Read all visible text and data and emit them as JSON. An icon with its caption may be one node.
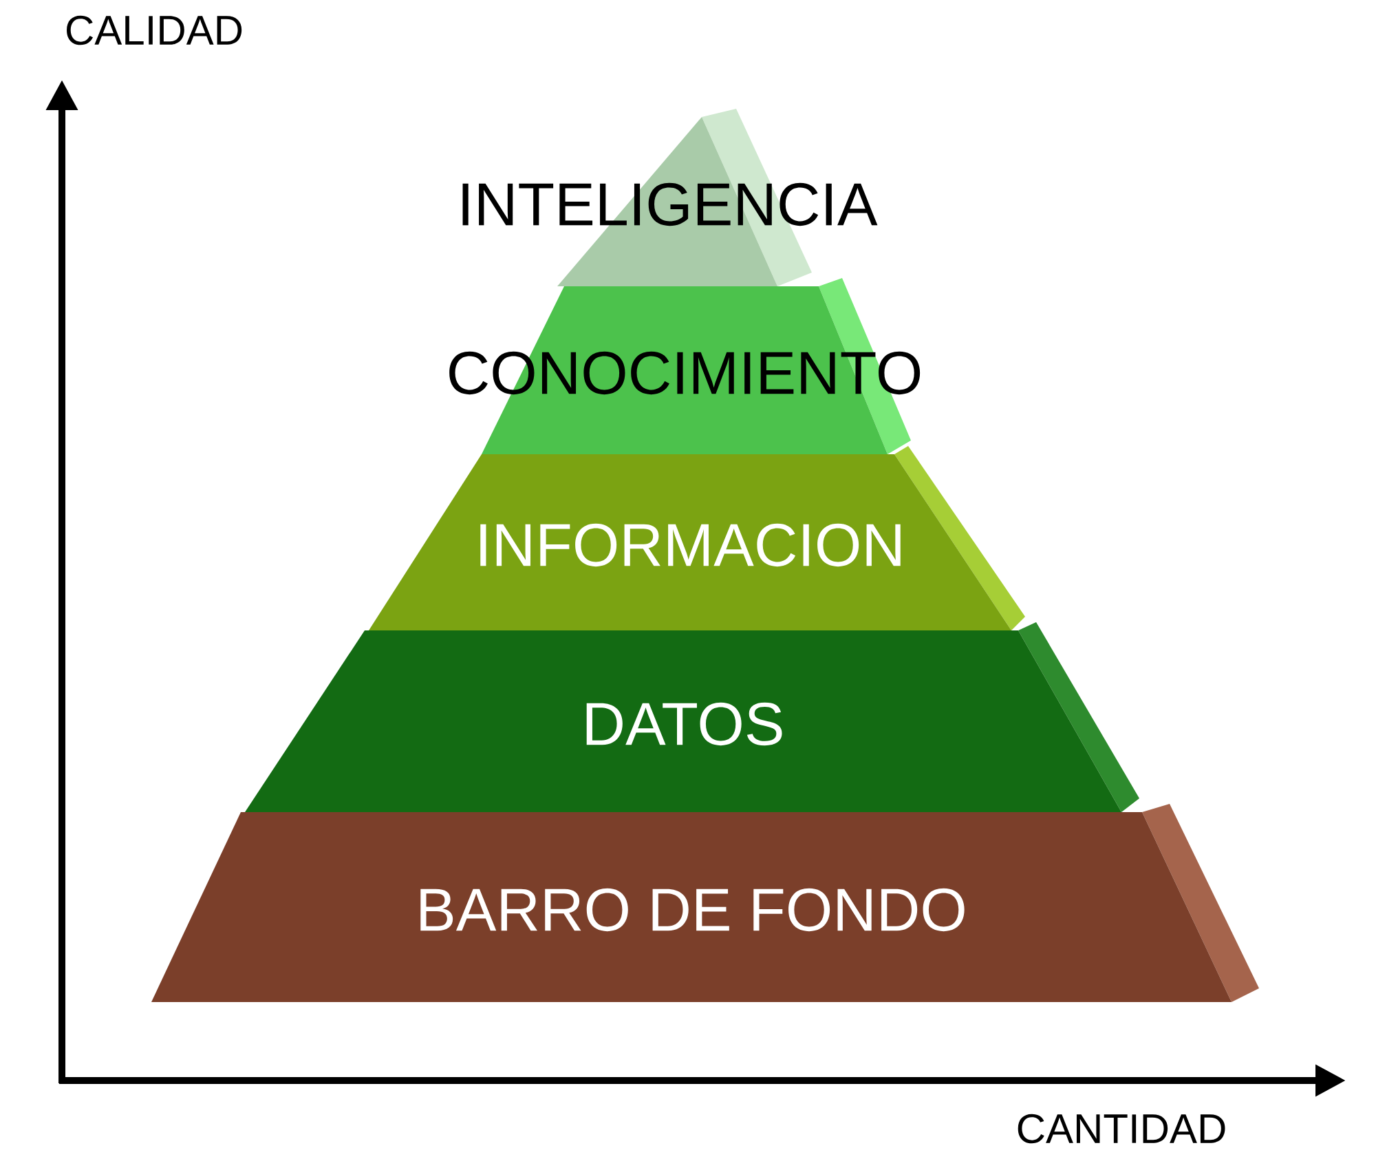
{
  "diagram": {
    "nodes": [
      {
        "text": [
          "INTELIGENCIA"
        ]
      },
      {
        "text": [
          "CONOCIMIENTO"
        ]
      },
      {
        "text": [
          "INFORMACION"
        ]
      },
      {
        "text": [
          "DATOS"
        ]
      },
      {
        "text": [
          "BARRO DE FONDO"
        ]
      }
    ],
    "labels": [
      "CALIDAD",
      "CANTIDAD"
    ]
  }
}
